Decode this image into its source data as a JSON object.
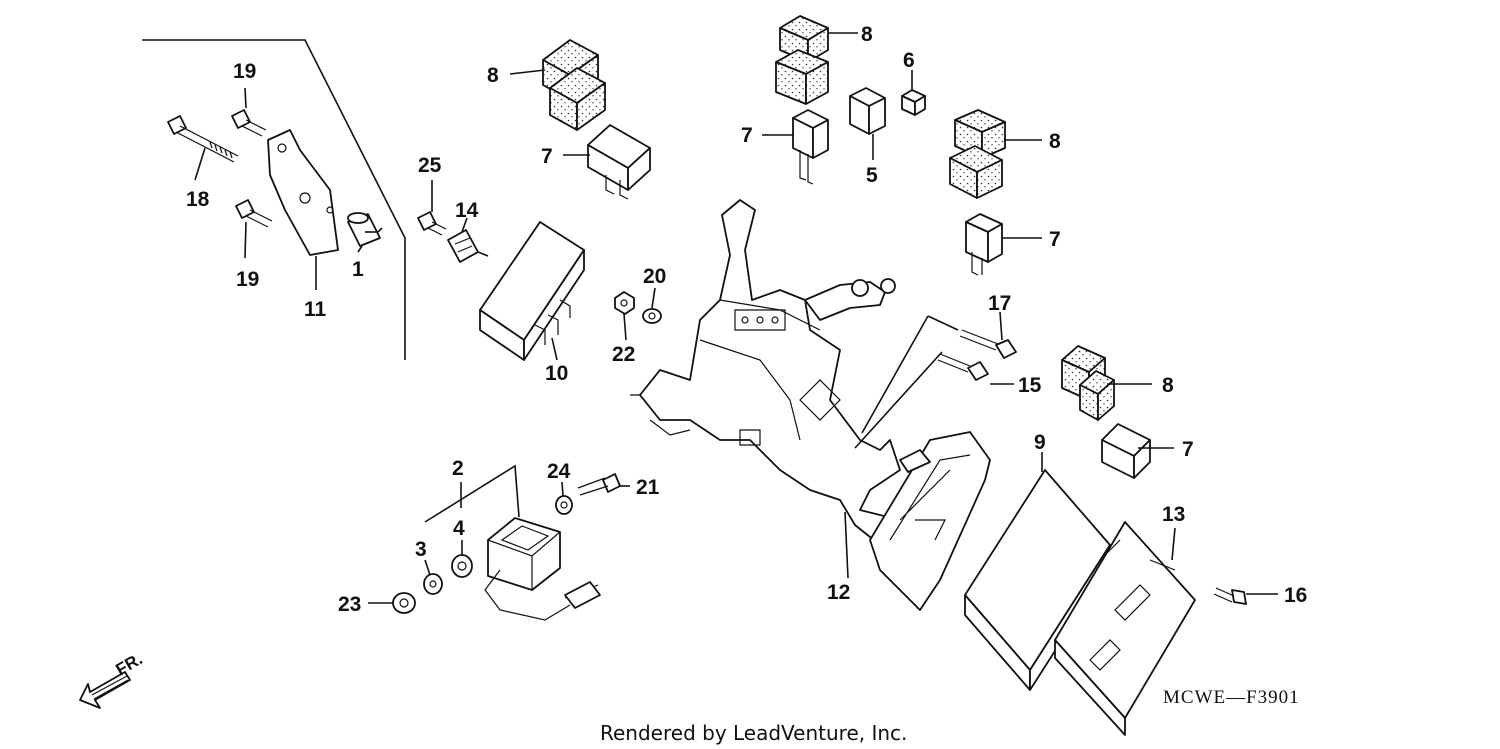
{
  "diagram": {
    "diagram_code": "MCWE—F3901",
    "credit": "Rendered by LeadVenture, Inc.",
    "direction_label": "FR.",
    "callouts": [
      "1",
      "2",
      "3",
      "4",
      "5",
      "6",
      "7",
      "8",
      "9",
      "10",
      "11",
      "12",
      "13",
      "14",
      "15",
      "16",
      "17",
      "18",
      "19",
      "20",
      "21",
      "22",
      "23",
      "24",
      "25"
    ]
  }
}
